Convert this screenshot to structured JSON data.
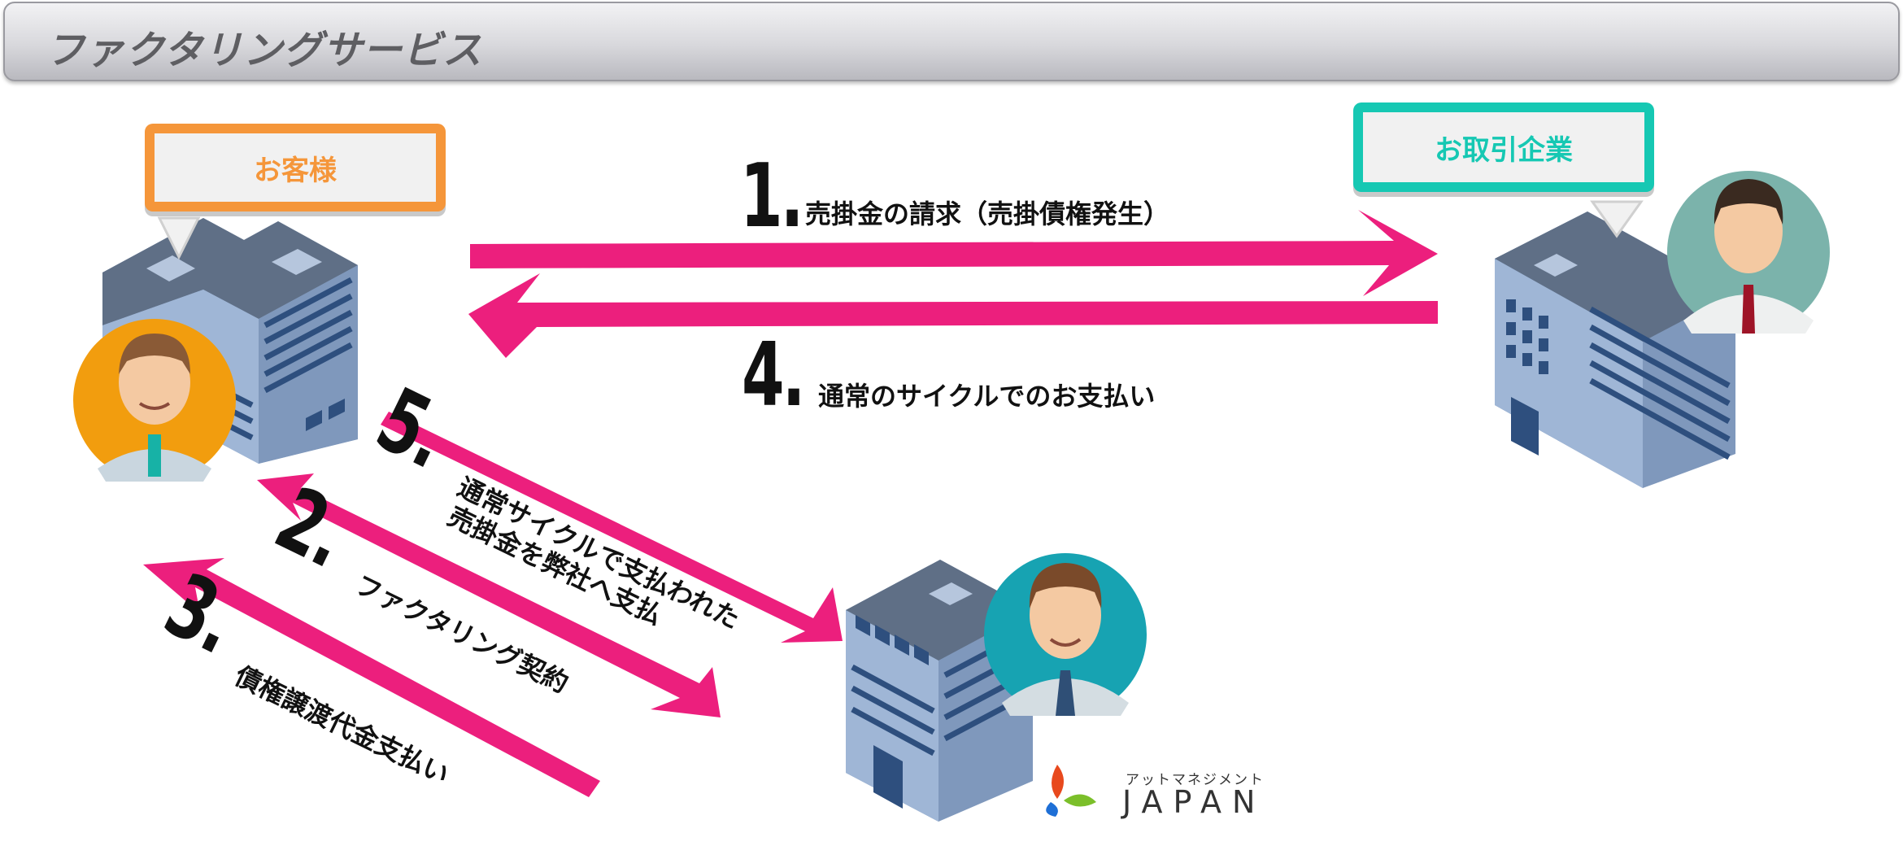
{
  "header": {
    "title": "ファクタリングサービス"
  },
  "labels": {
    "customer": "お客様",
    "partner": "お取引企業"
  },
  "steps": [
    {
      "num": "1.",
      "text": "売掛金の請求（売掛債権発生）"
    },
    {
      "num": "2.",
      "text": "ファクタリング契約"
    },
    {
      "num": "3.",
      "text": "債権譲渡代金支払い"
    },
    {
      "num": "4.",
      "text": "通常のサイクルでのお支払い"
    },
    {
      "num": "5.",
      "line1": "通常サイクルで支払われた",
      "line2": "売掛金を弊社へ支払"
    }
  ],
  "logo": {
    "kana": "アットマネジメント",
    "word": "JAPAN"
  },
  "colors": {
    "arrow": "#ec1f7d",
    "customer": "#f5963a",
    "partner": "#16c8b3"
  }
}
